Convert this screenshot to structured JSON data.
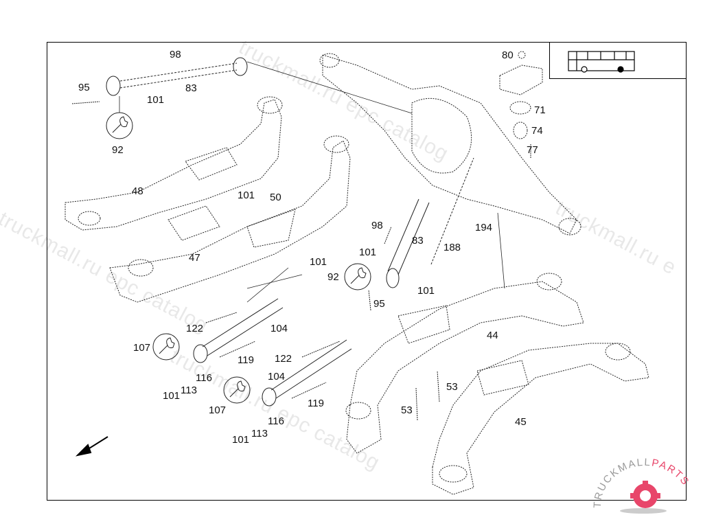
{
  "diagram": {
    "title": "Rear axle suspension - exploded view",
    "vehicle_icon": "bus-icon",
    "direction_icon": "arrow-down-left-icon",
    "wrench_icon": "wrench-icon",
    "callouts": [
      {
        "id": "c98a",
        "text": "98"
      },
      {
        "id": "c95a",
        "text": "95"
      },
      {
        "id": "c83a",
        "text": "83"
      },
      {
        "id": "c101a",
        "text": "101"
      },
      {
        "id": "c92a",
        "text": "92"
      },
      {
        "id": "c48",
        "text": "48"
      },
      {
        "id": "c101b",
        "text": "101"
      },
      {
        "id": "c50",
        "text": "50"
      },
      {
        "id": "c47",
        "text": "47"
      },
      {
        "id": "c101c",
        "text": "101"
      },
      {
        "id": "c80",
        "text": "80"
      },
      {
        "id": "c71",
        "text": "71"
      },
      {
        "id": "c74",
        "text": "74"
      },
      {
        "id": "c77",
        "text": "77"
      },
      {
        "id": "c98b",
        "text": "98"
      },
      {
        "id": "c83b",
        "text": "83"
      },
      {
        "id": "c188",
        "text": "188"
      },
      {
        "id": "c194",
        "text": "194"
      },
      {
        "id": "c101d",
        "text": "101"
      },
      {
        "id": "c92b",
        "text": "92"
      },
      {
        "id": "c95b",
        "text": "95"
      },
      {
        "id": "c101e",
        "text": "101"
      },
      {
        "id": "c44",
        "text": "44"
      },
      {
        "id": "c122a",
        "text": "122"
      },
      {
        "id": "c104a",
        "text": "104"
      },
      {
        "id": "c107a",
        "text": "107"
      },
      {
        "id": "c119a",
        "text": "119"
      },
      {
        "id": "c116a",
        "text": "116"
      },
      {
        "id": "c113a",
        "text": "113"
      },
      {
        "id": "c101f",
        "text": "101"
      },
      {
        "id": "c122b",
        "text": "122"
      },
      {
        "id": "c104b",
        "text": "104"
      },
      {
        "id": "c119b",
        "text": "119"
      },
      {
        "id": "c107b",
        "text": "107"
      },
      {
        "id": "c116b",
        "text": "116"
      },
      {
        "id": "c113b",
        "text": "113"
      },
      {
        "id": "c101g",
        "text": "101"
      },
      {
        "id": "c53a",
        "text": "53"
      },
      {
        "id": "c53b",
        "text": "53"
      },
      {
        "id": "c45",
        "text": "45"
      }
    ]
  },
  "watermarks": {
    "text1": "truckmall.ru epc catalog",
    "text2": "truckmall.ru epc catalog",
    "text3": "truckmall.ru epc catalog",
    "text4": "truckmall.ru e"
  },
  "logo": {
    "text": "TRUCKMALLPARTS",
    "part1": "TRUCKMALL",
    "part2": "PARTS",
    "accent_color": "#e8466a",
    "gray_color": "#9a9a9a"
  }
}
